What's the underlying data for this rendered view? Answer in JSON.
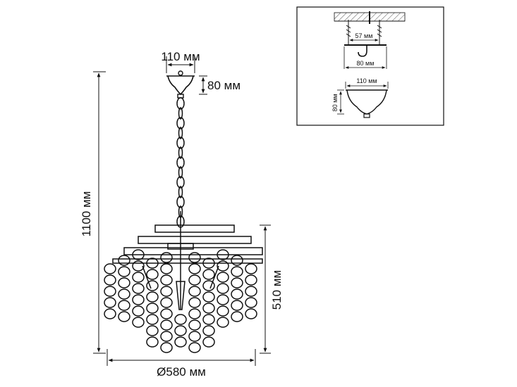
{
  "main_drawing": {
    "dim_canopy_width": "110 мм",
    "dim_canopy_height": "80 мм",
    "dim_total_height": "1100 мм",
    "dim_body_height": "510 мм",
    "dim_diameter": "Ø580 мм"
  },
  "inset": {
    "dim_hook_spacing": "57 мм",
    "dim_bracket_width": "80 мм",
    "dim_canopy_width": "110 мм",
    "dim_canopy_height": "80 мм"
  }
}
